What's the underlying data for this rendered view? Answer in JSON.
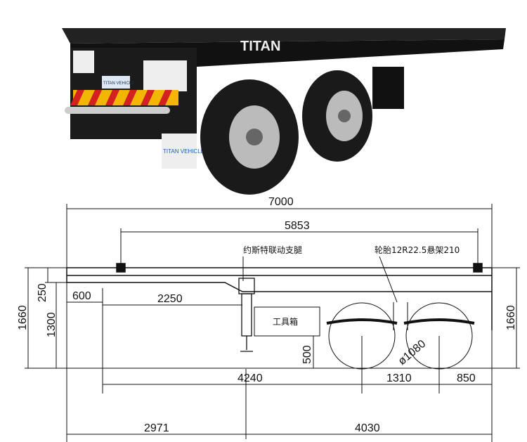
{
  "photo": {
    "brand_text": "TITAN",
    "side_text": "TITAN VEHICLE",
    "plate_text": "TITAN VEHICLE"
  },
  "drawing": {
    "dimensions": {
      "overall_length": "7000",
      "kingpin_to_rear": "5853",
      "front_overhang": "600",
      "landing_leg_offset": "2250",
      "total_height": "1660",
      "total_height_right": "1660",
      "frame_height": "250",
      "fifth_wheel_height": "1300",
      "axle_position": "4240",
      "axle_spacing": "1310",
      "rear_overhang": "850",
      "ground_clearance": "500",
      "wheel_diameter": "ø1080",
      "front_section": "2971",
      "rear_section": "4030"
    },
    "labels": {
      "landing_gear": "约斯特联动支腿",
      "tire_suspension": "轮胎12R22.5悬架210",
      "toolbox": "工具箱"
    }
  },
  "colors": {
    "frame": "#1a1a1a",
    "reflector_red": "#d42020",
    "reflector_yellow": "#f2b705"
  }
}
